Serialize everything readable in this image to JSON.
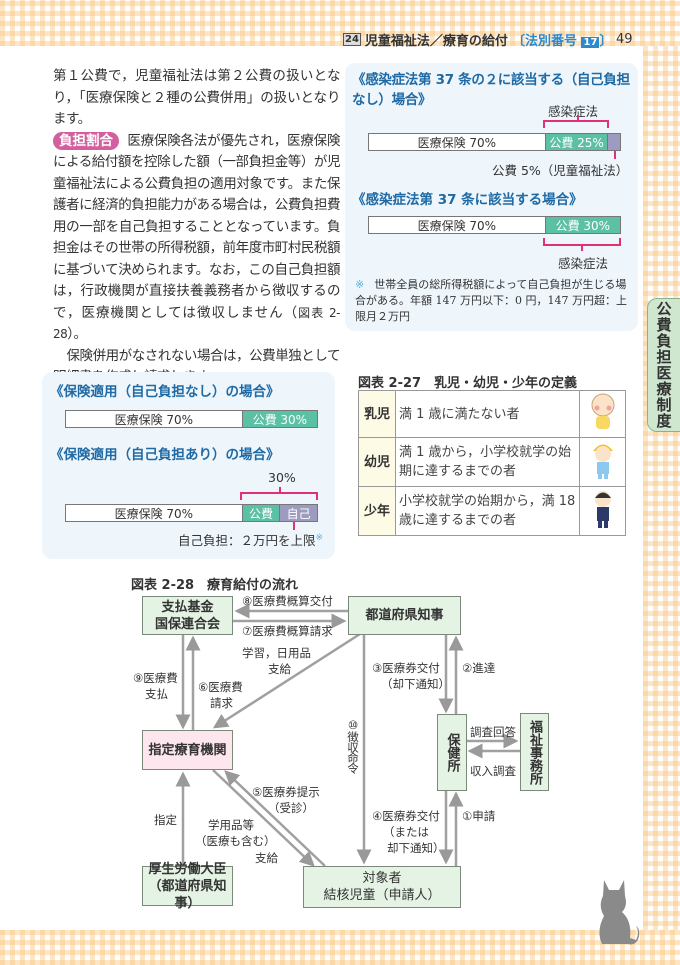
{
  "header": {
    "chapter_num": "24",
    "title": "児童福祉法／療育の給付",
    "law_prefix": "〔法別番号",
    "law_num": "17",
    "law_suffix": "〕",
    "page": "49"
  },
  "body": {
    "p1": "第１公費で，児童福祉法は第２公費の扱いとなり，「医療保険と２種の公費併用」の扱いとなります。",
    "tag": "負担割合",
    "p2": "医療保険各法が優先され，医療保険による給付額を控除した額（一部負担金等）が児童福祉法による公費負担の適用対象です。また保護者に経済的負担能力がある場合は，公費負担費用の一部を自己負担することとなっています。負担金はその世帯の所得税額，前年度市町村民税額に基づいて決められます。なお，この自己負担額は，行政機関が直接扶養義務者から徴収するので，医療機関としては徴収しません（",
    "p2_ref": "図表 2-28",
    "p2_end": "）。",
    "p3": "保険併用がなされない場合は，公費単独として明細書を作成し請求します。"
  },
  "right_panel": {
    "title1": "《感染症法第 37 条の２に該当する（自己負担なし）場合》",
    "bracket1": "感染症法",
    "bar1": {
      "ins": "医療保険 70%",
      "pub": "公費 25%",
      "ins_pct": 70,
      "pub_pct": 25,
      "child_pct": 5
    },
    "under1": "公費 5%（児童福祉法）",
    "title2": "《感染症法第 37 条に該当する場合》",
    "bar2": {
      "ins": "医療保険 70%",
      "pub": "公費 30%",
      "ins_pct": 70,
      "pub_pct": 30
    },
    "bracket2": "感染症法",
    "note_mark": "※",
    "note": "世帯全員の総所得税額によって自己負担が生じる場合がある。年額 147 万円以下：0 円，147 万円超：上限月２万円"
  },
  "left_panel": {
    "title1": "《保険適用（自己負担なし）の場合》",
    "bar1": {
      "ins": "医療保険 70%",
      "pub": "公費 30%"
    },
    "title2": "《保険適用（自己負担あり）の場合》",
    "bracket": "30%",
    "bar2": {
      "ins": "医療保険 70%",
      "pub": "公費",
      "self": "自己"
    },
    "under": "自己負担：２万円を上限",
    "under_mark": "※"
  },
  "side_tab": "公費負担医療制度",
  "table27": {
    "caption": "図表 2-27　乳児・幼児・少年の定義",
    "rows": [
      {
        "head": "乳児",
        "desc": "満 1 歳に満たない者"
      },
      {
        "head": "幼児",
        "desc": "満 1 歳から，小学校就学の始期に達するまでの者"
      },
      {
        "head": "少年",
        "desc": "小学校就学の始期から，満 18 歳に達するまでの者"
      }
    ]
  },
  "flow": {
    "caption": "図表 2-28　療育給付の流れ",
    "boxes": {
      "fund1": "支払基金",
      "fund2": "国保連合会",
      "pref": "都道府県知事",
      "inst": "指定療育機関",
      "health": "保健所",
      "welfare": "福祉事務所",
      "minister1": "厚生労働大臣",
      "minister2": "（都道府県知事）",
      "target1": "対象者",
      "target2": "結核児童（申請人）"
    },
    "labels": {
      "l8": "⑧医療費概算交付",
      "l7": "⑦医療費概算請求",
      "supply1": "学習，日用品",
      "supply2": "支給",
      "l9a": "⑨医療費",
      "l9b": "支払",
      "l6a": "⑥医療費",
      "l6b": "請求",
      "l3a": "③医療券交付",
      "l3b": "（却下通知）",
      "l2": "②進達",
      "l10": "⑩徴収命令",
      "survey1": "調査回答",
      "survey2": "収入調査",
      "l5a": "⑤医療券提示",
      "l5b": "（受診）",
      "designate": "指定",
      "goods1": "学用品等",
      "goods2": "（医療も含む）",
      "goods3": "支給",
      "l4a": "④医療券交付",
      "l4b": "（または",
      "l4c": "却下通知）",
      "l1": "①申請"
    }
  }
}
